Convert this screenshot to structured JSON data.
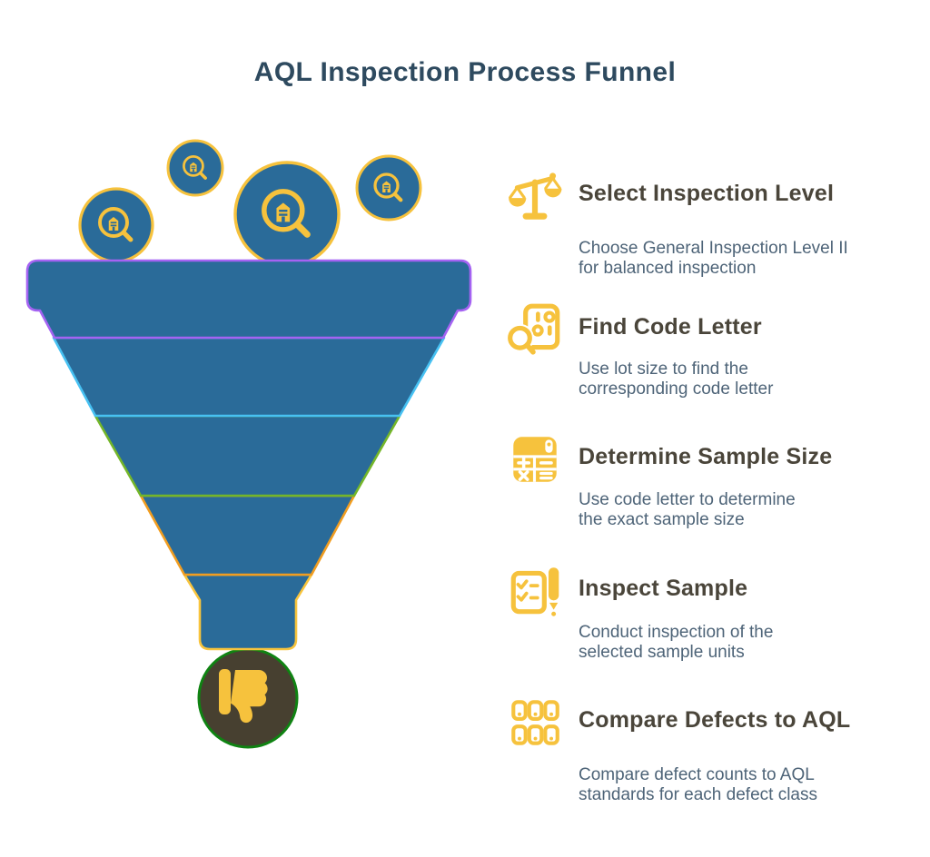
{
  "title": "AQL Inspection Process Funnel",
  "funnel": {
    "description": "funnel with five colored stages, four inspection bubbles entering at top, reject thumbs-down outcome at bottom",
    "fill_color": "#2a6b99",
    "bubble_icon": "magnifier-building-icon",
    "bubble_count": 4,
    "segments": [
      {
        "name": "stage-1",
        "color": "#a563f2"
      },
      {
        "name": "stage-2",
        "color": "#47c1f2"
      },
      {
        "name": "stage-3",
        "color": "#74b629"
      },
      {
        "name": "stage-4",
        "color": "#f19d20"
      },
      {
        "name": "stage-5",
        "color": "#f8c43d"
      }
    ],
    "outcome": {
      "icon": "thumbs-down-icon",
      "circle_fill": "#474030",
      "circle_border": "#0f8312"
    }
  },
  "steps": [
    {
      "icon": "balance-scale-icon",
      "title": "Select Inspection Level",
      "description_lines": [
        "Choose General Inspection Level II",
        "for balanced inspection"
      ]
    },
    {
      "icon": "document-search-icon",
      "title": "Find Code Letter",
      "description_lines": [
        "Use lot size to find the",
        "corresponding code letter"
      ]
    },
    {
      "icon": "calculator-icon",
      "title": "Determine Sample Size",
      "description_lines": [
        "Use code letter to determine",
        "the exact sample size"
      ]
    },
    {
      "icon": "checklist-pen-icon",
      "title": "Inspect Sample",
      "description_lines": [
        "Conduct inspection of the",
        "selected sample units"
      ]
    },
    {
      "icon": "defect-grid-icon",
      "title": "Compare Defects to AQL",
      "description_lines": [
        "Compare defect counts to AQL",
        "standards for each defect class"
      ]
    }
  ],
  "colors": {
    "accent_yellow": "#f6c23d",
    "funnel_blue": "#2a6b99",
    "title_text": "#2e4a5f",
    "heading_text": "#4a453a",
    "description_text": "#4e6478"
  }
}
